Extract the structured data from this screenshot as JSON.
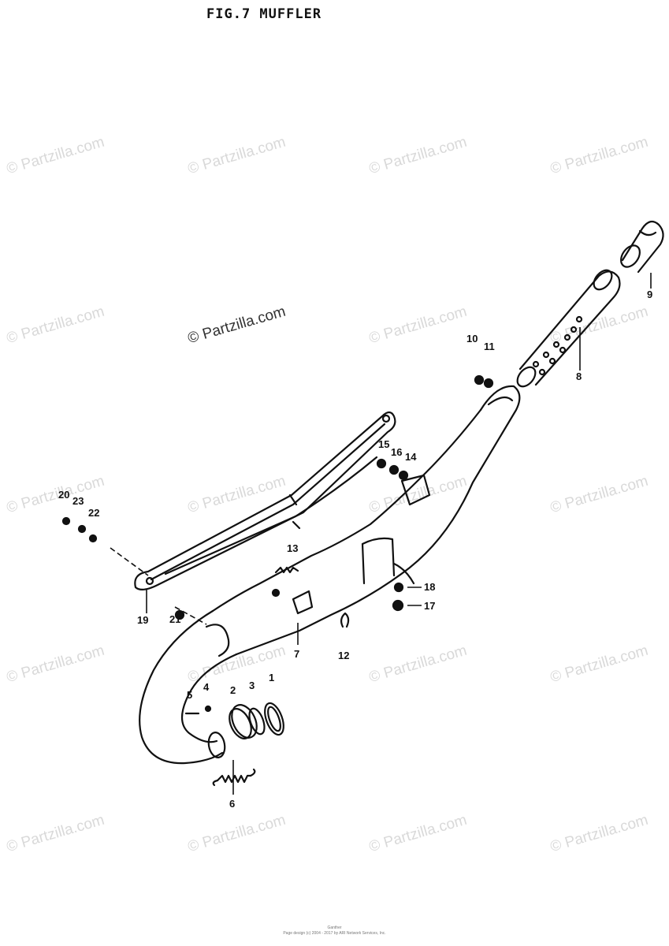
{
  "title": "FIG.7  MUFFLER",
  "watermark": "© Partzilla.com",
  "footer": {
    "line1": "Ganther",
    "line2": "Page design (c) 2004 - 2017 by ARI Network Services, Inc."
  },
  "callouts": [
    "1",
    "2",
    "3",
    "4",
    "5",
    "6",
    "7",
    "8",
    "9",
    "10",
    "11",
    "12",
    "13",
    "14",
    "15",
    "16",
    "17",
    "18",
    "19",
    "20",
    "21",
    "22",
    "23"
  ]
}
